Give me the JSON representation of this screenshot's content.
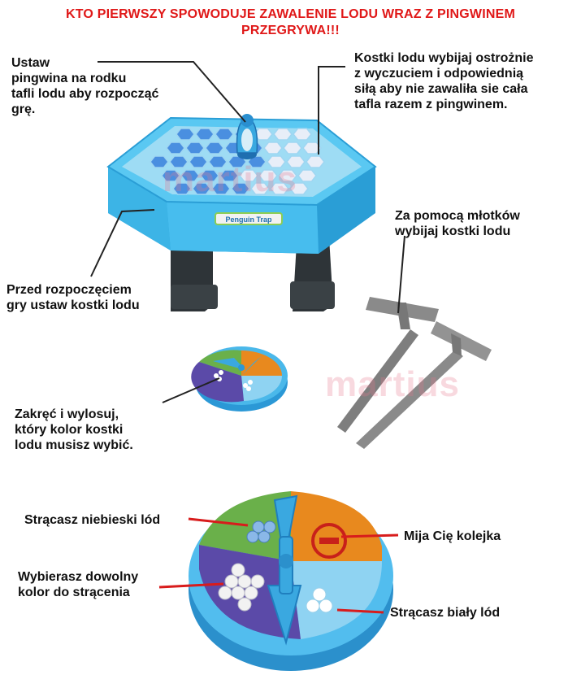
{
  "title_line1": "KTO PIERWSZY SPOWODUJE ZAWALENIE LODU WRAZ Z PINGWINEM",
  "title_line2": "PRZEGRYWA!!!",
  "callouts": {
    "penguin": [
      "Ustaw",
      "pingwina na rodku",
      "tafli lodu aby rozpocząć",
      "grę."
    ],
    "knock_out": [
      "Kostki lodu wybijaj ostrożnie",
      "z wyczuciem i odpowiednią",
      "siłą aby nie zawaliła sie cała",
      "tafla razem z pingwinem."
    ],
    "hammers": [
      "Za pomocą młotków",
      "wybijaj kostki lodu"
    ],
    "setup": [
      "Przed rozpoczęciem",
      "gry ustaw kostki lodu"
    ],
    "spin": [
      "Zakręć i wylosuj,",
      "który kolor kostki",
      "lodu musisz wybić."
    ],
    "blue": "Strącasz niebieski lód",
    "skip": "Mija Cię kolejka",
    "any": [
      "Wybierasz dowolny",
      "kolor do strącenia"
    ],
    "white": "Strącasz biały lód"
  },
  "watermarks": [
    "martius",
    "martius"
  ],
  "board_label": "Penguin Trap",
  "colors": {
    "title_red": "#e01818",
    "tray_blue": "#3cb4e6",
    "ice_blue": "#4a8fe0",
    "ice_white": "#e8eef8",
    "spinner_green": "#6ab04a",
    "spinner_orange": "#e8891e",
    "spinner_purple": "#5b4aa8",
    "spinner_lightblue": "#8fd3f2",
    "hammer_grey": "#8a8a8a",
    "leg_dark": "#2e3438",
    "pointer_red": "#d81c1c"
  },
  "icons": [
    "penguin-figure",
    "hexagon-ice-tray",
    "hammer",
    "spinner-wheel",
    "no-entry-icon"
  ]
}
